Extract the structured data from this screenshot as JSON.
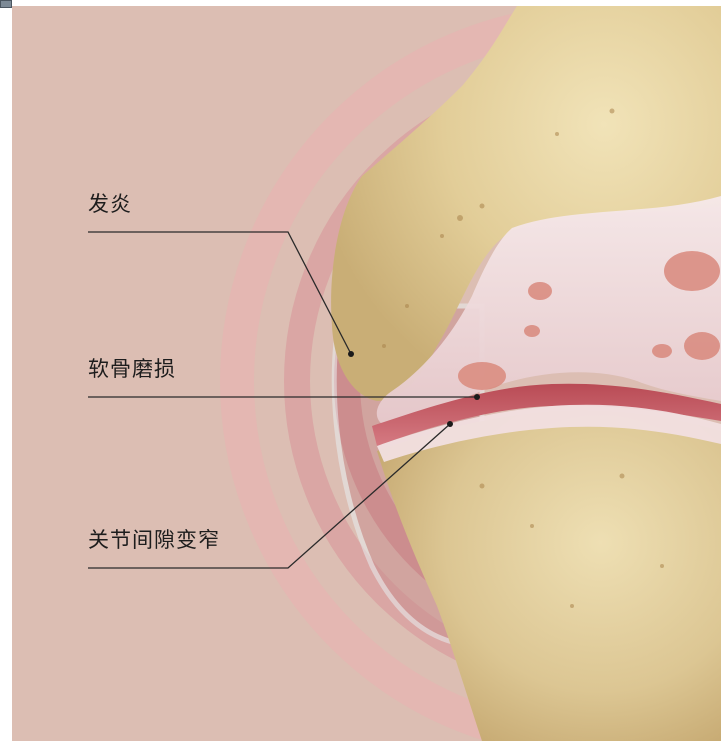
{
  "labels": [
    {
      "id": "inflammation",
      "text": "发炎"
    },
    {
      "id": "cartilage-wear",
      "text": "软骨磨损"
    },
    {
      "id": "joint-space-narrowing",
      "text": "关节间隙变窄"
    }
  ]
}
